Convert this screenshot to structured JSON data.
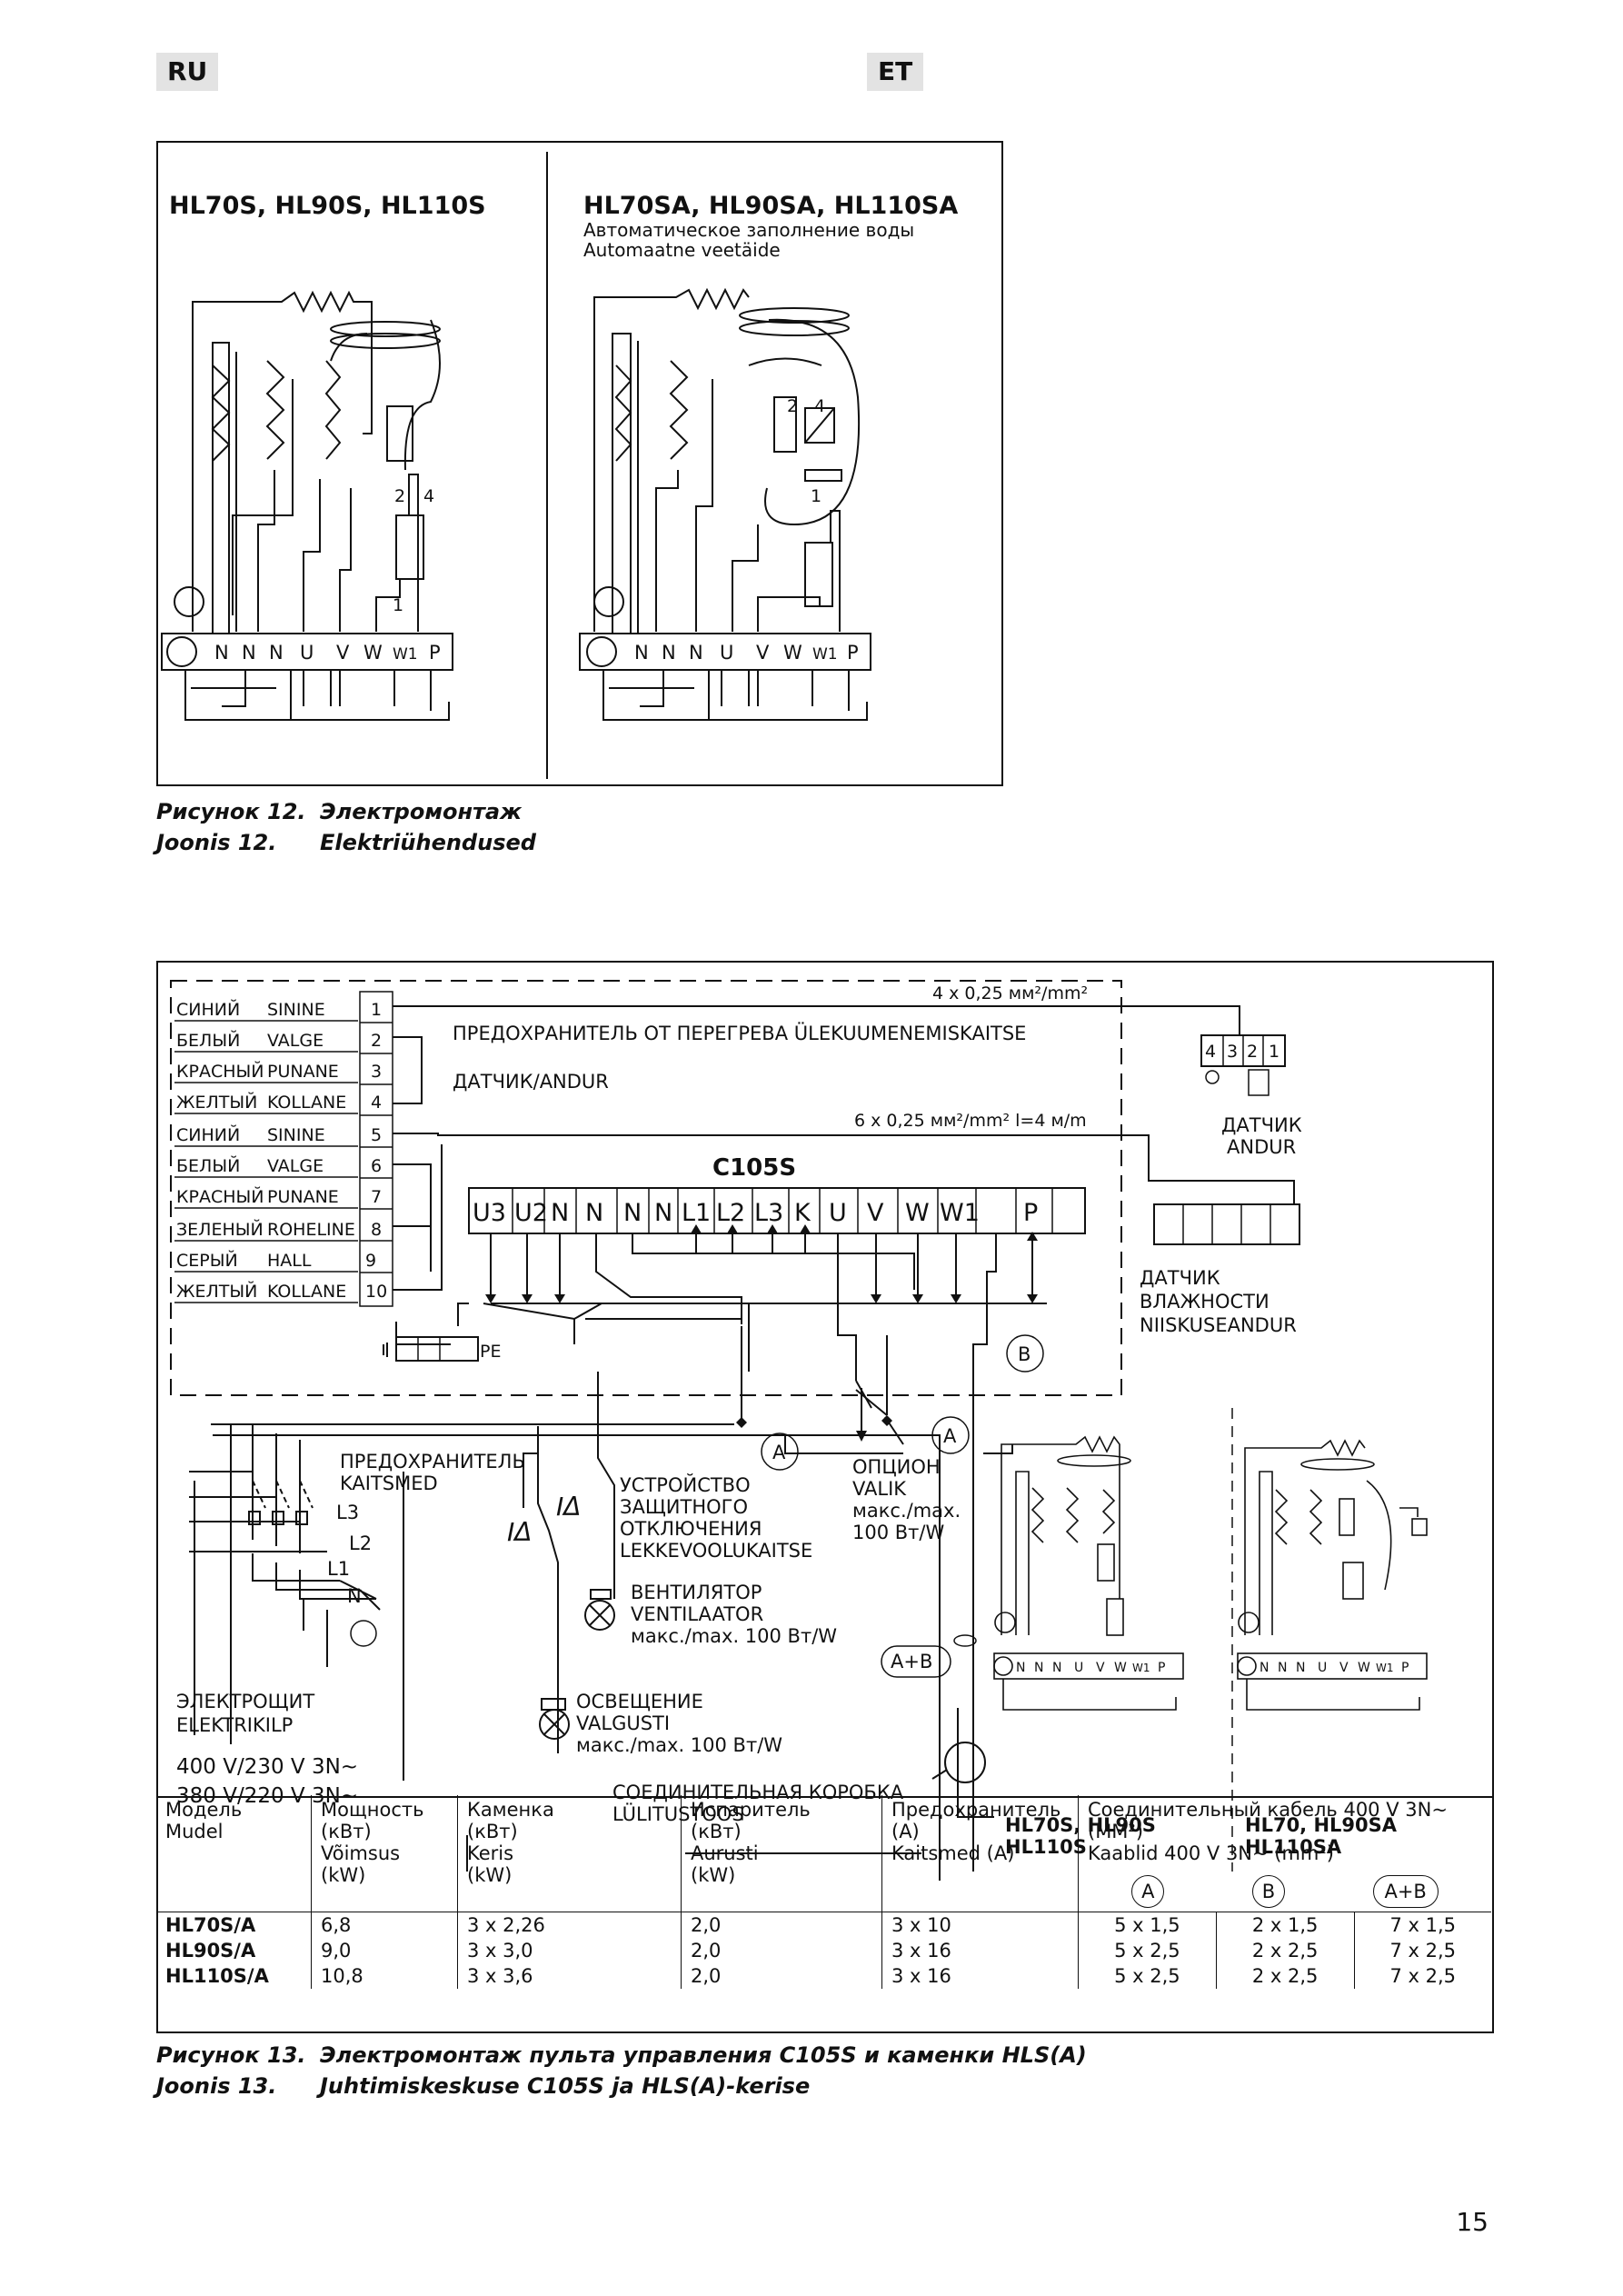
{
  "header": {
    "lang_left": "RU",
    "lang_right": "ET"
  },
  "fig12": {
    "left_title": "HL70S, HL90S, HL110S",
    "right_title": "HL70SA, HL90SA, HL110SA",
    "right_sub_ru": "Автоматическое заполнение воды",
    "right_sub_et": "Automaatne veetäide",
    "terminals": [
      "N",
      "N",
      "N",
      "U",
      "V",
      "W",
      "W1",
      "P"
    ],
    "relay_labels": [
      "2",
      "4",
      "1"
    ],
    "caption": [
      {
        "num": "Рисунок 12.",
        "text": "Электромонтаж"
      },
      {
        "num": "Joonis 12.",
        "text": "Elektriühendused"
      }
    ]
  },
  "fig13": {
    "wire_colors": [
      {
        "ru": "СИНИЙ",
        "et": "SININE",
        "num": "1"
      },
      {
        "ru": "БЕЛЫЙ",
        "et": "VALGE",
        "num": "2"
      },
      {
        "ru": "КРАСНЫЙ",
        "et": "PUNANE",
        "num": "3"
      },
      {
        "ru": "ЖЕЛТЫЙ",
        "et": "KOLLANE",
        "num": "4"
      },
      {
        "ru": "СИНИЙ",
        "et": "SININE",
        "num": "5"
      },
      {
        "ru": "БЕЛЫЙ",
        "et": "VALGE",
        "num": "6"
      },
      {
        "ru": "КРАСНЫЙ",
        "et": "PUNANE",
        "num": "7"
      },
      {
        "ru": "ЗЕЛЕНЫЙ",
        "et": "ROHELINE",
        "num": "8"
      },
      {
        "ru": "СЕРЫЙ",
        "et": "HALL",
        "num": "9"
      },
      {
        "ru": "ЖЕЛТЫЙ",
        "et": "KOLLANE",
        "num": "10"
      }
    ],
    "cable_top": "4 x 0,25 мм²/mm²",
    "overheat": "ПРЕДОХРАНИТЕЛЬ ОТ ПЕРЕГРЕВА  ÜLEKUUMENEMISKAITSE",
    "sensor_label": "ДАТЧИК/ANDUR",
    "cable_mid": "6 x 0,25 мм²/mm²   l=4 м/m",
    "sensor_pins": [
      "4",
      "3",
      "2",
      "1"
    ],
    "sensor_right_ru": "ДАТЧИК",
    "sensor_right_et": "ANDUR",
    "unit_title": "C105S",
    "unit_terminals": [
      "U3",
      "U2",
      "N",
      "N",
      "N",
      "N",
      "L1",
      "L2",
      "L3",
      "K",
      "U",
      "V",
      "W",
      "W1",
      "P"
    ],
    "humidity": [
      "ДАТЧИК",
      "ВЛАЖНОСТИ",
      "NIISKUSEANDUR"
    ],
    "pe": "PE",
    "mark_a": "A",
    "mark_b": "B",
    "mark_ab": "A+B",
    "fuse": [
      "ПРЕДОХРАНИТЕЛЬ",
      "KAITSMED"
    ],
    "phases": [
      "L3",
      "L2",
      "L1",
      "N"
    ],
    "rcd": [
      "УСТРОЙСТВО",
      "ЗАЩИТНОГО",
      "ОТКЛЮЧЕНИЯ",
      "LEKKEVOOLUKAITSE"
    ],
    "option": [
      "ОПЦИОН",
      "VALIK",
      "макс./max.",
      "100 Вт/W"
    ],
    "fan": [
      "ВЕНТИЛЯТОР",
      "VENTILAATOR",
      "макс./max. 100 Вт/W"
    ],
    "light": [
      "ОСВЕЩЕНИЕ",
      "VALGUSTI",
      "макс./max. 100 Вт/W"
    ],
    "panel": [
      "ЭЛЕКТРОЩИТ",
      "ELEKTRIKILP"
    ],
    "voltage": [
      "400 V/230 V 3N~",
      "380 V/220 V 3N~"
    ],
    "junction": [
      "СОЕДИНИТЕЛЬНАЯ КОРОБКА",
      "LÜLITUSTOOS"
    ],
    "heater_left": [
      "HL70S, HL90S",
      "HL110S"
    ],
    "heater_right": [
      "HL70, HL90SA",
      "HL110SA"
    ],
    "small_terminals": [
      "N",
      "N",
      "N",
      "U",
      "V",
      "W",
      "W1",
      "P"
    ],
    "table": {
      "headers": {
        "model": [
          "Модель",
          "Mudel"
        ],
        "power": [
          "Мощность",
          "(кВт)",
          "Võimsus",
          "(kW)"
        ],
        "heater": [
          "Каменка",
          "(кВт)",
          "Keris",
          "(kW)"
        ],
        "evap": [
          "Испаритель",
          "(кВт)",
          "Aurusti",
          "(kW)"
        ],
        "fuse": [
          "Предохранитель (A)",
          "Kaitsmed (A)"
        ],
        "cable": [
          "Соединительный кабель 400 V 3N~ (ММ²)",
          "Kaablid 400 V 3N~ (mm²)"
        ],
        "cable_cols": [
          "A",
          "B",
          "A+B"
        ]
      },
      "rows": [
        {
          "model": "HL70S/A",
          "power": "6,8",
          "heater": "3 x 2,26",
          "evap": "2,0",
          "fuse": "3 x 10",
          "a": "5 x 1,5",
          "b": "2 x 1,5",
          "ab": "7 x 1,5"
        },
        {
          "model": "HL90S/A",
          "power": "9,0",
          "heater": "3 x 3,0",
          "evap": "2,0",
          "fuse": "3 x 16",
          "a": "5 x 2,5",
          "b": "2 x 2,5",
          "ab": "7 x 2,5"
        },
        {
          "model": "HL110S/A",
          "power": "10,8",
          "heater": "3 x 3,6",
          "evap": "2,0",
          "fuse": "3 x 16",
          "a": "5 x 2,5",
          "b": "2 x 2,5",
          "ab": "7 x 2,5"
        }
      ]
    },
    "caption": [
      {
        "num": "Рисунок 13.",
        "text": "Электромонтаж пульта управления C105S и каменки HLS(A)"
      },
      {
        "num": "Joonis 13.",
        "text": "Juhtimiskeskuse C105S ja HLS(A)-kerise"
      }
    ]
  },
  "page_number": "15"
}
